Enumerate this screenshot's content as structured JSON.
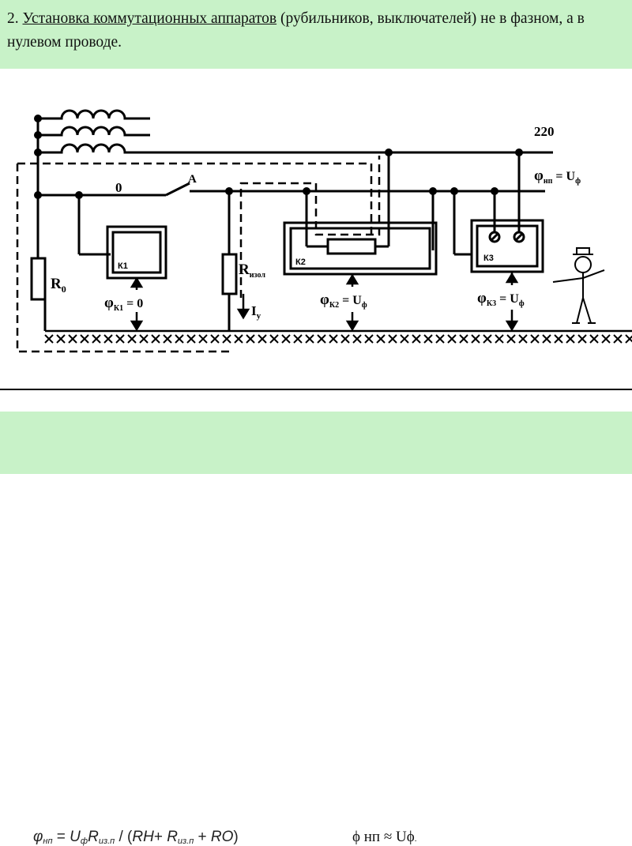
{
  "header": {
    "prefix": "2. ",
    "underlined": "Установка коммутационных аппаратов",
    "rest": " (рубильников, выключателей) не в фазном, а в нулевом проводе."
  },
  "diagram": {
    "label_220": "220",
    "label_zero": "0",
    "label_a": "A",
    "label_r0_main": "R",
    "label_r0_sub": "0",
    "label_rins_main": "R",
    "label_rins_sub": "изол",
    "label_iy_main": "I",
    "label_iy_sub": "у",
    "label_k1": "К1",
    "label_k2": "К2",
    "label_k3": "К3",
    "label_phi_np": "φ",
    "label_phi_np_sub": "нп",
    "label_phi_np_eq": " = U",
    "label_phi_np_eq_sub": "ф",
    "label_phi_k1": "φ",
    "label_phi_k1_sub": "К1",
    "label_phi_k1_eq": " = 0",
    "label_phi_k2": "φ",
    "label_phi_k2_sub": "К2",
    "label_phi_k2_eq": " = U",
    "label_phi_k2_eq_sub": "ф",
    "label_phi_k3": "φ",
    "label_phi_k3_sub": "К3",
    "label_phi_k3_eq": " = U",
    "label_phi_k3_eq_sub": "ф"
  },
  "footer": {
    "phi": "φ",
    "phi_sub": "нп",
    "eq1": " = ",
    "u": "U",
    "u_sub": "ф",
    "r1": "R",
    "r1_sub": "из.п",
    "div": " / (",
    "rn": "RН",
    "plus1": "+ ",
    "r2": "R",
    "r2_sub": "из.п",
    "plus2": " + ",
    "ro": "RO",
    "close": ")",
    "approx": "ϕ нп ≈ Uϕ",
    "approx_dot": "."
  }
}
